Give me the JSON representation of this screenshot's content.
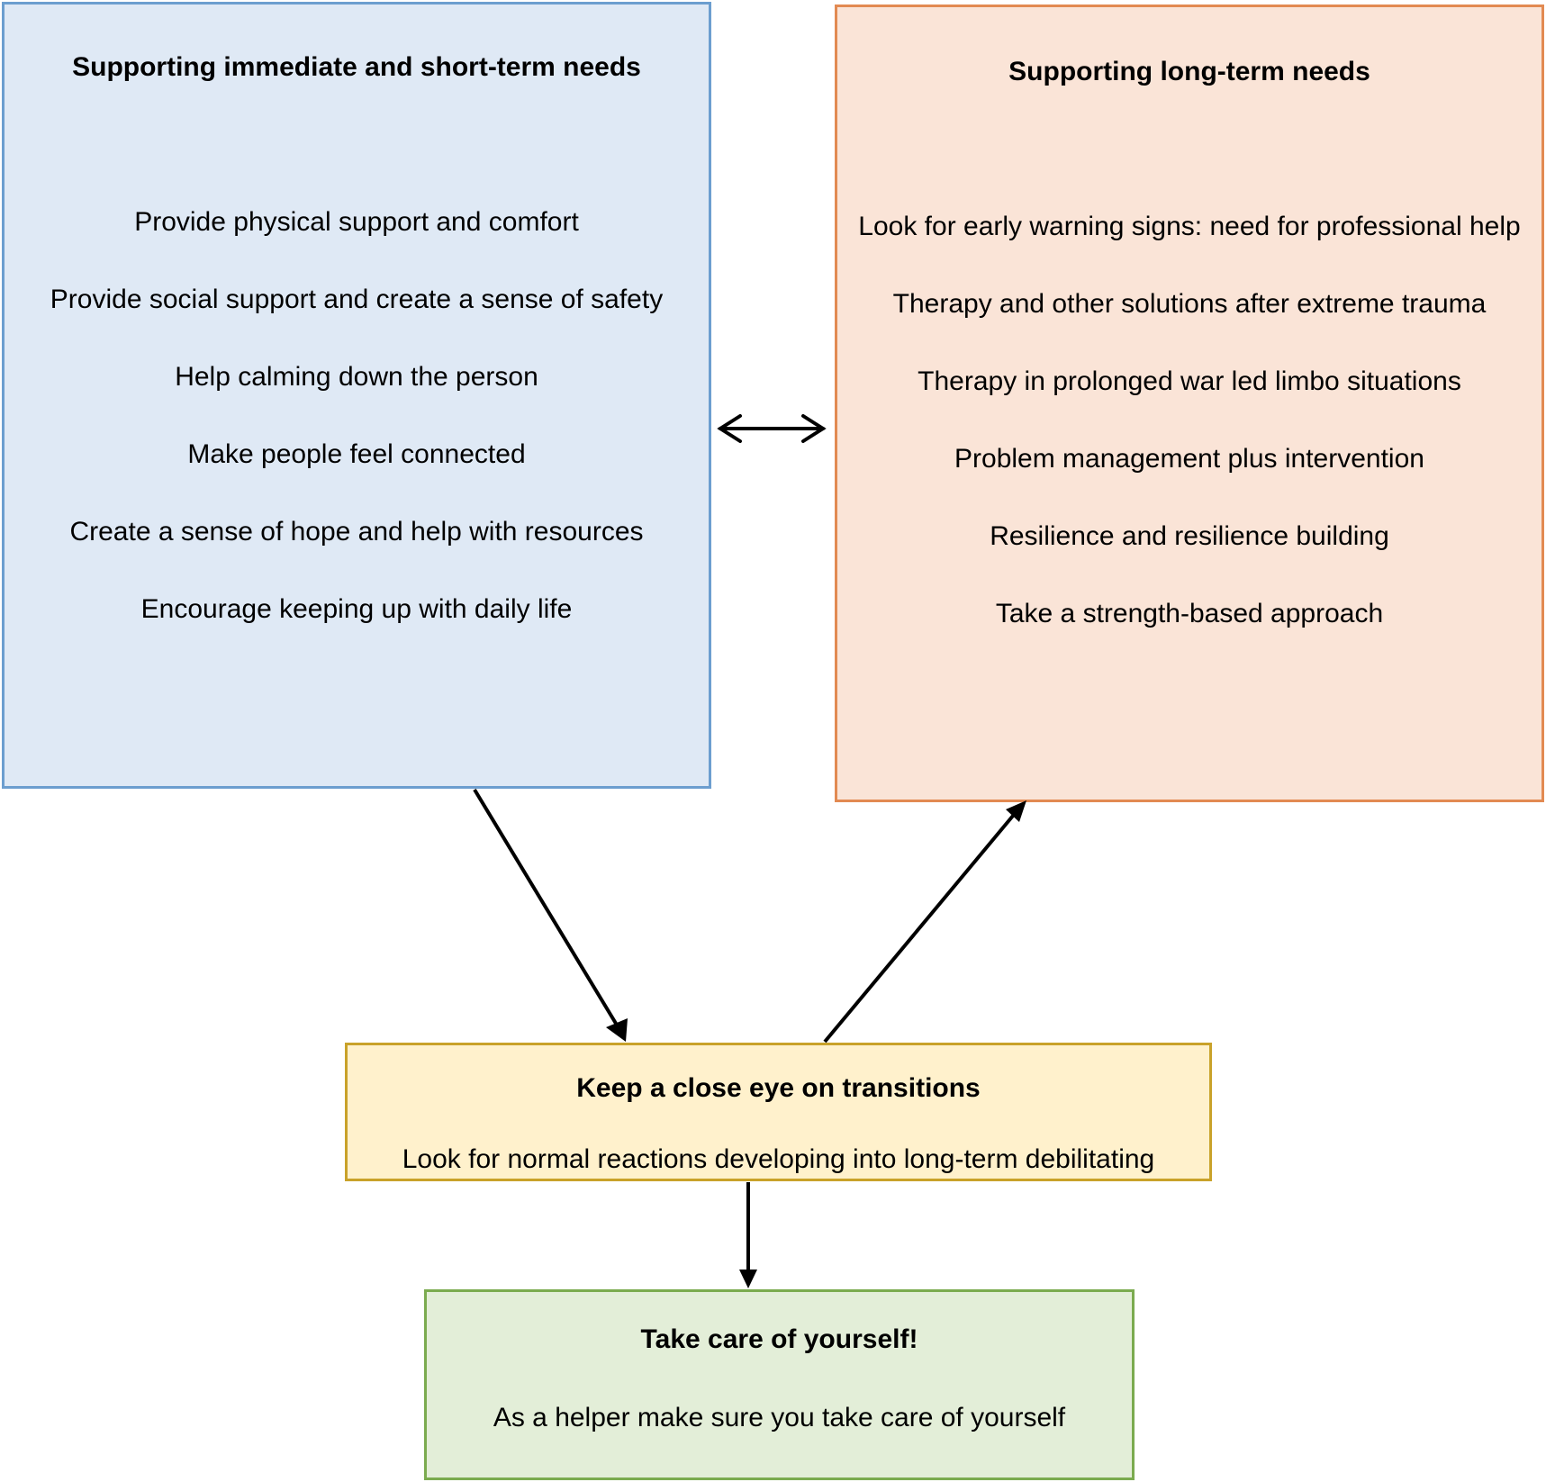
{
  "short_term": {
    "title": "Supporting immediate and short-term needs",
    "items": [
      "Provide physical support and comfort",
      "Provide social support and create a sense of safety",
      "Help calming down the person",
      "Make people feel connected",
      "Create a sense of hope and help with resources",
      "Encourage keeping up with daily life"
    ]
  },
  "long_term": {
    "title": "Supporting long-term needs",
    "items": [
      "Look for early warning signs: need for professional help",
      "Therapy and other solutions after extreme trauma",
      "Therapy in prolonged war led limbo situations",
      "Problem management plus intervention",
      "Resilience and resilience building",
      "Take a strength-based approach"
    ]
  },
  "transitions": {
    "title": "Keep a close eye on transitions",
    "text": "Look for normal reactions developing into long-term debilitating"
  },
  "self_care": {
    "title": "Take care of yourself!",
    "text": "As a helper make sure you take care of yourself"
  },
  "colors": {
    "short_term_fill": "#dfe9f5",
    "short_term_border": "#6c9ecf",
    "long_term_fill": "#fae4d7",
    "long_term_border": "#e28a52",
    "transitions_fill": "#fff1cc",
    "transitions_border": "#c9a22a",
    "self_care_fill": "#e3eed8",
    "self_care_border": "#7bab4f"
  }
}
